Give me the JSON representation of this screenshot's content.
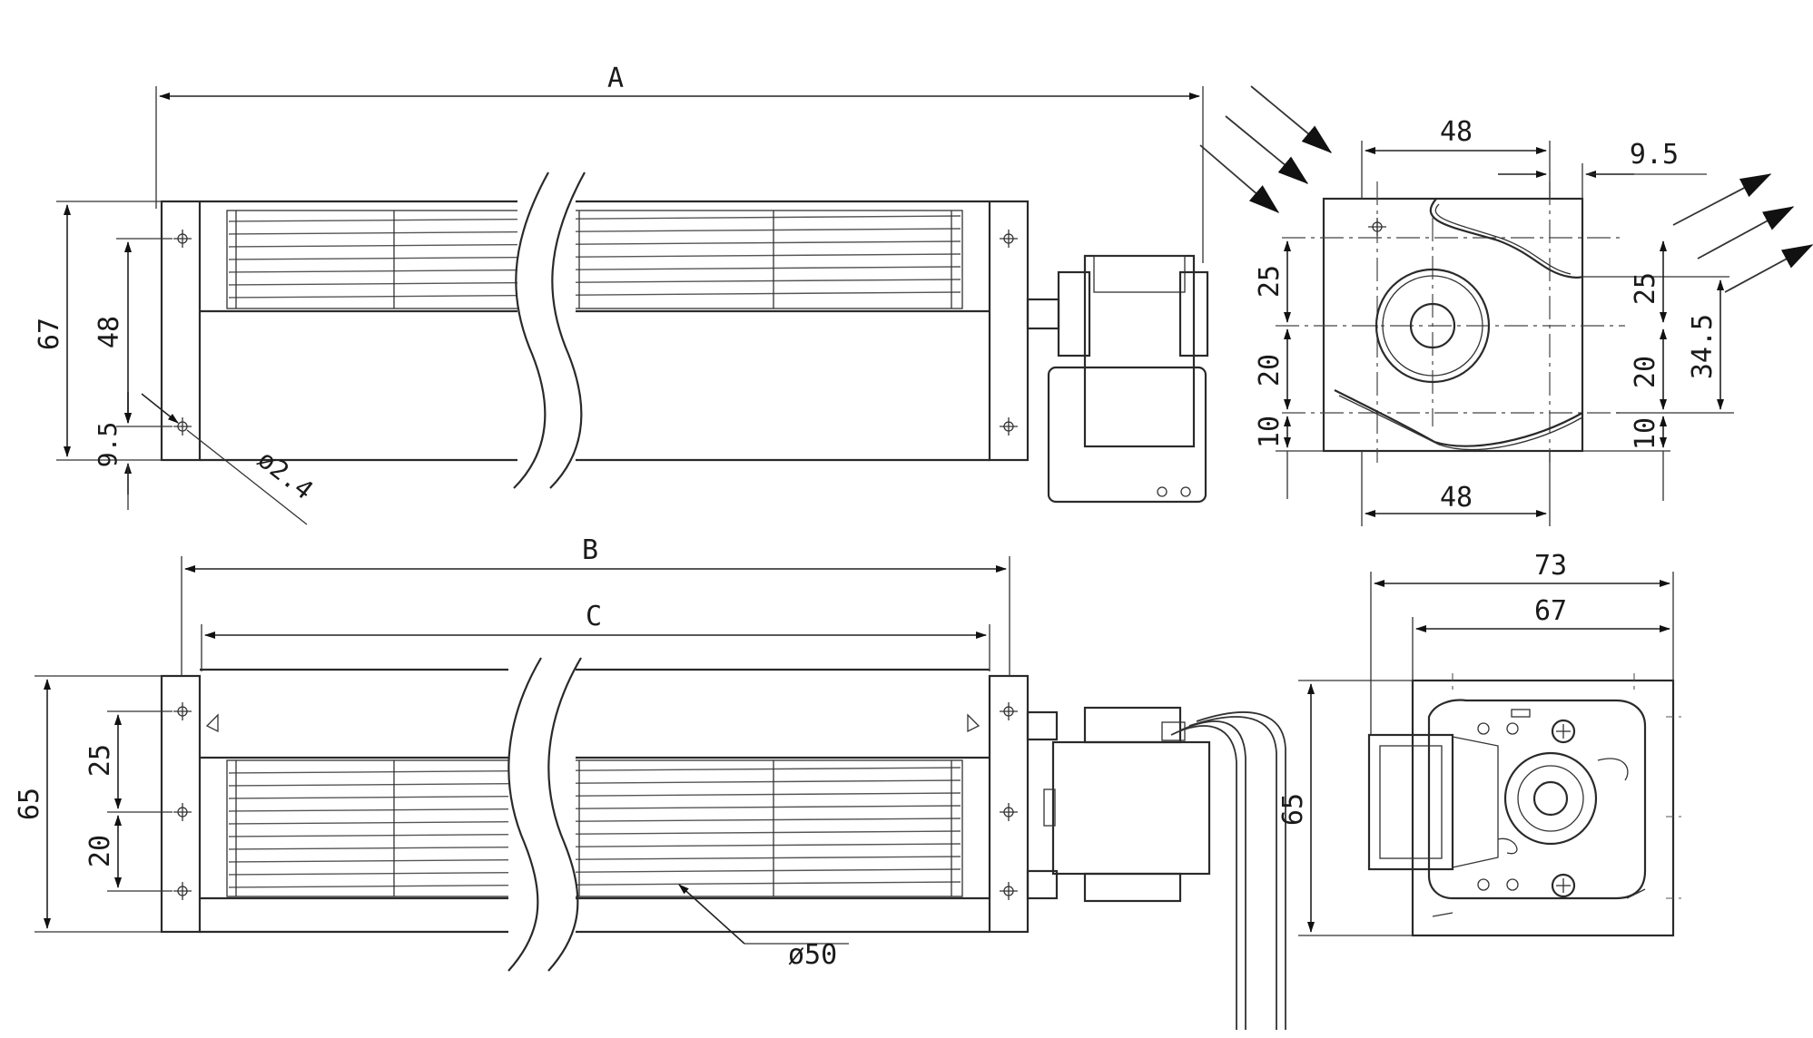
{
  "dimensions": {
    "top_length": "A",
    "top_height": "67",
    "top_hole_span": "48",
    "top_hole_offset": "9.5",
    "mount_hole_dia": "ø2.4",
    "end_top_width": "48",
    "end_top_offset": "9.5",
    "end_left_a": "25",
    "end_left_b": "20",
    "end_left_c": "10",
    "end_right_a": "25",
    "end_right_b": "20",
    "end_right_c": "10",
    "end_right_total": "34.5",
    "end_bottom_width": "48",
    "front_overall": "B",
    "front_housing": "C",
    "front_height": "65",
    "front_hole_a": "25",
    "front_hole_b": "20",
    "impeller_dia": "ø50",
    "side_overall": "73",
    "side_inner": "67",
    "side_height": "65"
  }
}
